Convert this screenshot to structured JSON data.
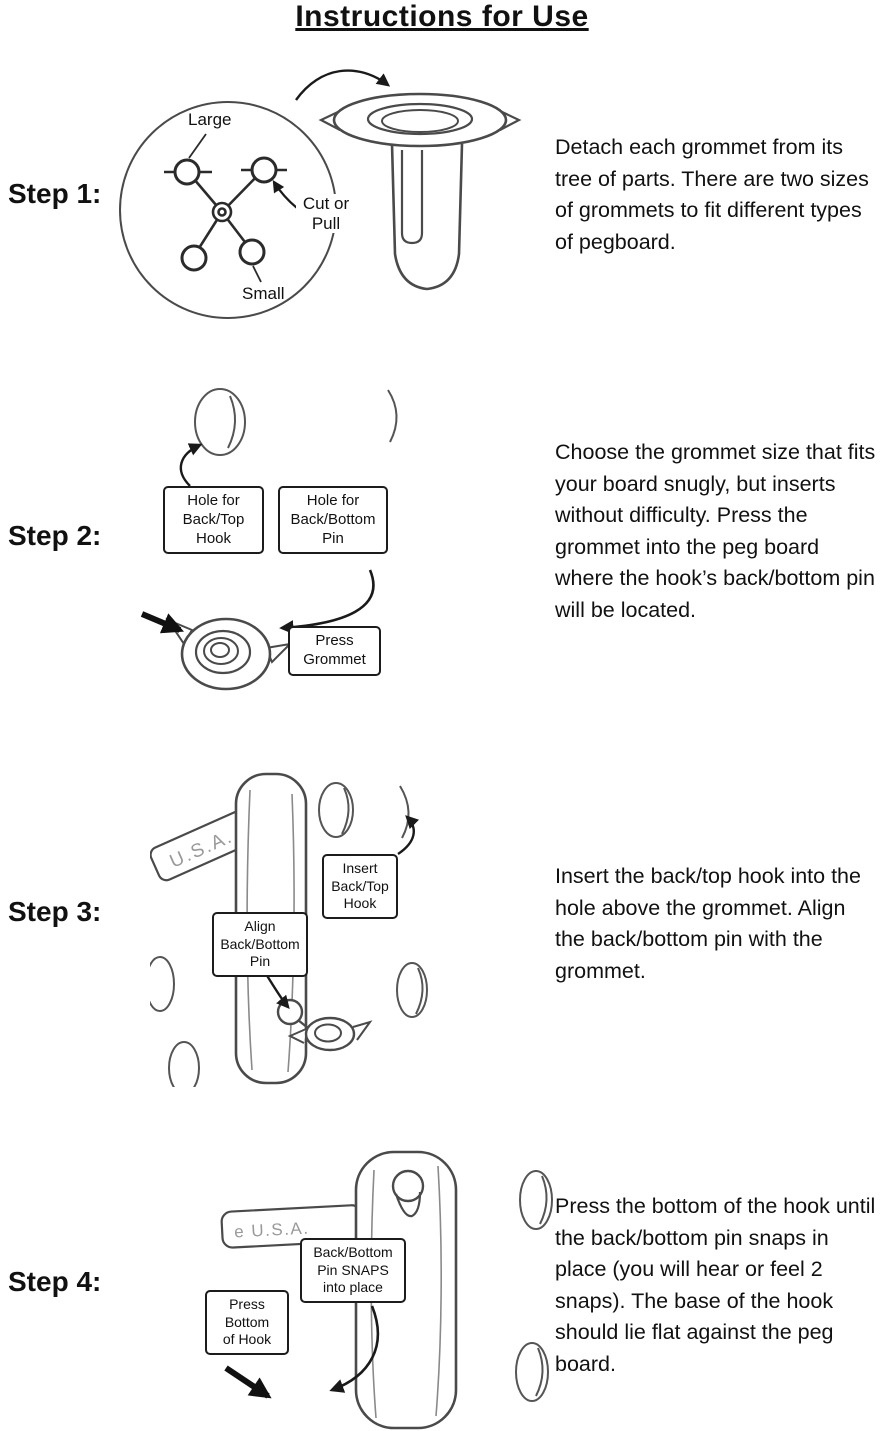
{
  "title": "Instructions for Use",
  "steps": [
    {
      "label": "Step 1:",
      "text": "Detach each grommet from its tree of parts. There are two sizes of grommets to fit different types of pegboard.",
      "callouts": {
        "large": "Large",
        "cut_or_pull": "Cut or\nPull",
        "small": "Small"
      }
    },
    {
      "label": "Step 2:",
      "text": "Choose the grommet size that fits your board snugly, but inserts without difficulty. Press the grommet into the peg board where the hook’s back/bottom pin will be located.",
      "callouts": {
        "hole_top": "Hole for\nBack/Top\nHook",
        "hole_bottom": "Hole for\nBack/Bottom\nPin",
        "press_grommet": "Press\nGrommet"
      }
    },
    {
      "label": "Step 3:",
      "text": "Insert the back/top hook into the hole above the grommet. Align the back/bottom pin with the grommet.",
      "callouts": {
        "insert_hook": "Insert\nBack/Top\nHook",
        "align_pin": "Align\nBack/Bottom\nPin",
        "usa": "U.S.A."
      }
    },
    {
      "label": "Step 4:",
      "text": "Press the bottom of the hook until the back/bottom pin snaps in place (you will hear or feel 2 snaps). The base of the hook should lie flat against the peg board.",
      "callouts": {
        "pin_snaps": "Back/Bottom\nPin SNAPS\ninto place",
        "press_bottom": "Press\nBottom\nof Hook",
        "usa": "e U.S.A."
      }
    }
  ]
}
